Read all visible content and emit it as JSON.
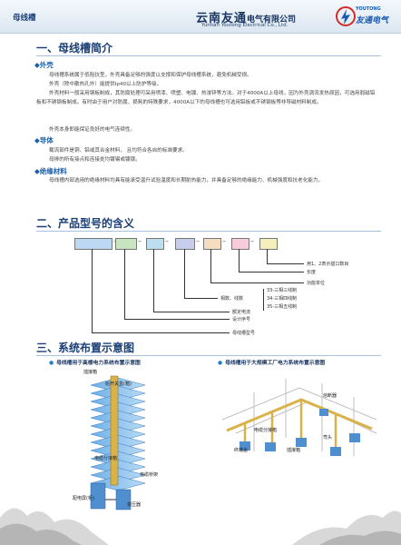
{
  "header": {
    "tab": "母线槽",
    "company_cn": "云南友通",
    "company_cn_suffix": "电气有限公司",
    "company_en": "Yunnan Youtong Electrical Co., Ltd.",
    "logo_en": "YOUTONG",
    "logo_cn": "友通电气"
  },
  "section1": {
    "title": "一、母线槽简介",
    "shell_heading": "◆外壳",
    "shell_p1": "母线槽系统属于低阻抗型，外壳具备足够的强度以支撑和保护母线槽系统，避免机械受损。",
    "shell_p2": "外壳（除中散热孔外）能提供Ip40以上防护等级。",
    "shell_p3": "外壳材料一般采用钢板制成，其防腐处理可采用喷漆、喷塑、电镀、热浸锌等方法。对于4000A以上母线，因为外壳涡流发热原因，可选用弱磁铝板和不锈钢板制成。有时由于用户对防腐、损耗的特殊要求，4000A以下的母线槽也可选用铝板或不锈钢板等非导磁材料制成。",
    "shell_p4": "外壳本身即能保证良好的电气连续性。",
    "conductor_heading": "◆导体",
    "conductor_p1": "载流部件是铜、铝或其合金材料， 且均符合各自的标准要求。",
    "conductor_p2": "母排的所有接点和连接处均镀锡或镀银。",
    "insulation_heading": "◆绝缘材料",
    "insulation_p1": "母线槽内部选用的绝缘材料均具有能承受温升试验温度和长期耐热能力，并具备足够的绝缘能力、机械强度和抗老化能力。"
  },
  "section2": {
    "title": "二、产品型号的含义",
    "box_colors": [
      "#bcd8f2",
      "#c9e4c1",
      "#bcdff0",
      "#c9cdec",
      "#f5ddc1",
      "#f7cbdc",
      "#f5efbe"
    ],
    "labels": {
      "l1": "用1、2表示插口数目",
      "l2": "长度",
      "l3": "功能单位",
      "l4": "相数、线数",
      "l5a": "33-三相三线制",
      "l5b": "34-三相四线制",
      "l5c": "35-三相五线制",
      "l6": "额定电流",
      "l7": "设计序号",
      "l8": "母线槽型号"
    }
  },
  "section3": {
    "title": "三、系统布置示意图",
    "left_caption": "母线槽用于高楼电力系统布置示意图",
    "right_caption": "母线槽用于大规模工厂电力系统布置示意图",
    "left_labels": {
      "a": "插接箱",
      "b": "始开关盒(箱)",
      "c": "电缆分接箱",
      "d": "电缆桥架",
      "e": "配电屏(柜)",
      "f": "变压器"
    },
    "right_labels": {
      "a": "熔断器",
      "b": "电缆分接箱",
      "c": "终端盖",
      "d": "插接箱",
      "e": "弯头"
    }
  }
}
